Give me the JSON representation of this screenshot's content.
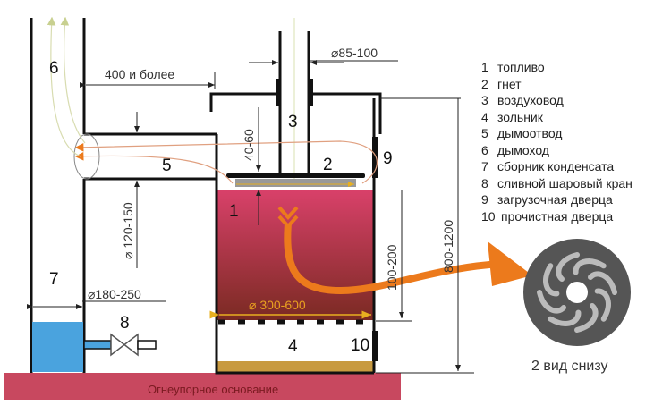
{
  "labels": {
    "n1": "1",
    "n2": "2",
    "n3": "3",
    "n4": "4",
    "n5": "5",
    "n6": "6",
    "n7": "7",
    "n8": "8",
    "n9": "9",
    "n10": "10"
  },
  "dimensions": {
    "chimney_gap": "400 и более",
    "air_duct_diameter": "⌀85-100",
    "lid_gap": "40-60",
    "flue_diameter": "⌀ 120-150",
    "chimney_diameter": "⌀180-250",
    "body_diameter": "⌀ 300-600",
    "grate_height": "100-200",
    "total_height": "800-1200"
  },
  "base_label": "Огнеупорное основание",
  "bottom_view_label": "2 вид снизу",
  "legend": [
    {
      "num": "1",
      "text": "топливо"
    },
    {
      "num": "2",
      "text": "гнет"
    },
    {
      "num": "3",
      "text": "воздуховод"
    },
    {
      "num": "4",
      "text": "зольник"
    },
    {
      "num": "5",
      "text": "дымоотвод"
    },
    {
      "num": "6",
      "text": "дымоход"
    },
    {
      "num": "7",
      "text": "сборник конденсата"
    },
    {
      "num": "8",
      "text": "сливной шаровый кран"
    },
    {
      "num": "9",
      "text": "загрузочная дверца"
    },
    {
      "num": "10",
      "text": "прочистная дверца"
    }
  ],
  "colors": {
    "fuel_top": "#d9416a",
    "fuel_bottom": "#7a2a22",
    "base": "#c8485f",
    "water": "#4aa3de",
    "arrow": "#ec7a1c",
    "fan": "#555555"
  }
}
